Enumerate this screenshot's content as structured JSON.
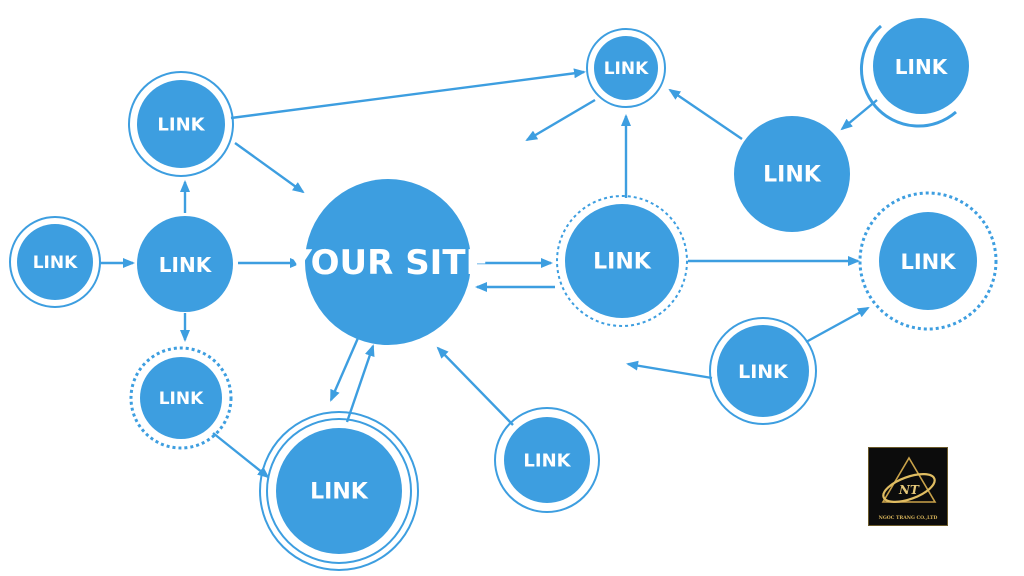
{
  "colors": {
    "node": "#3d9ee0",
    "stroke": "#3d9ee0",
    "background": "#ffffff",
    "logo_gold": "#c9a24a"
  },
  "diagram": {
    "center_label": "YOUR SITE",
    "link_label": "LINK"
  },
  "logo": {
    "caption": "NGOC TRANG CO.,LTD",
    "monogram": "NT"
  }
}
